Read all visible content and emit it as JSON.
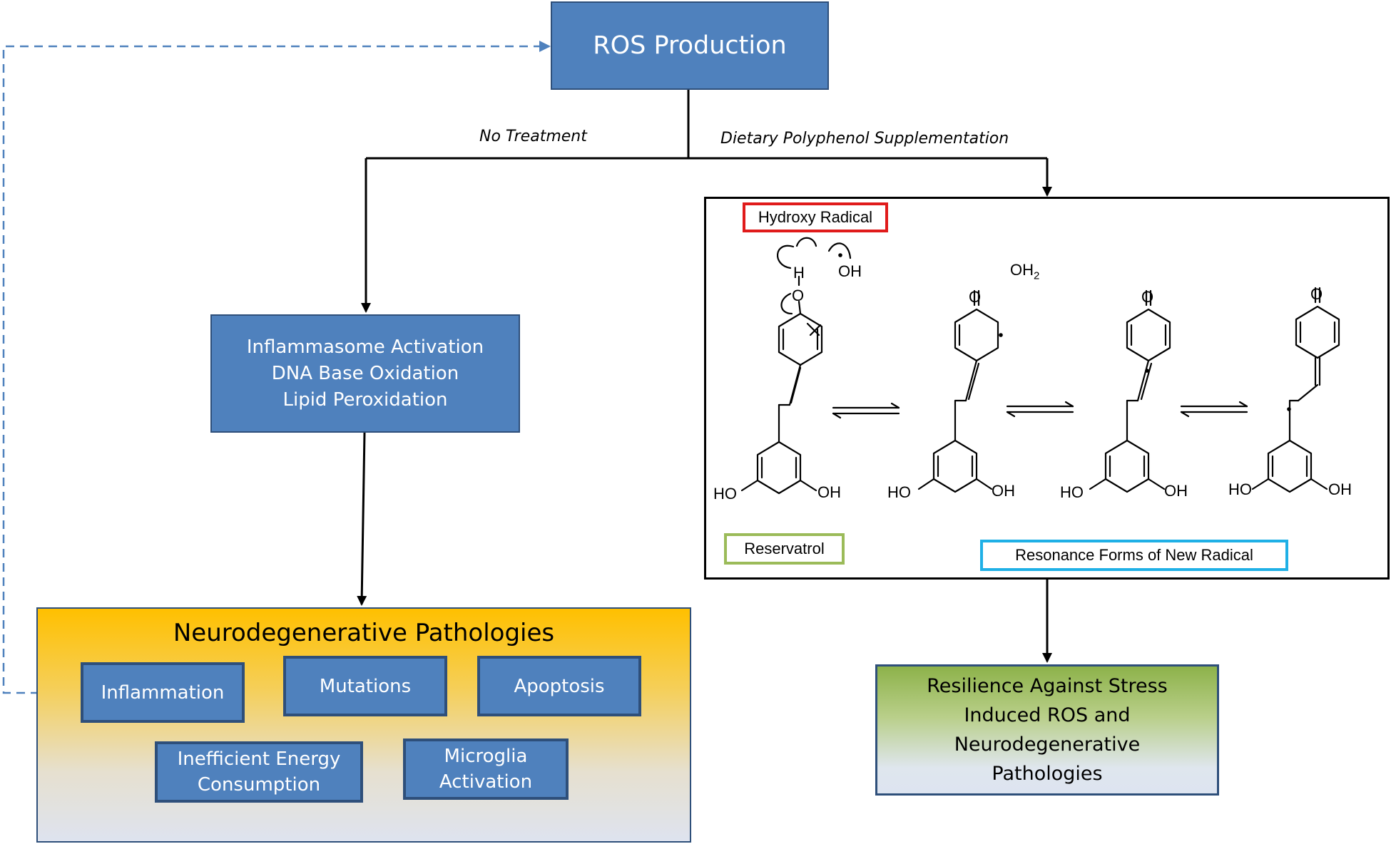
{
  "top_node": {
    "label": "ROS Production"
  },
  "branches": {
    "left_label": "No Treatment",
    "right_label": "Dietary Polyphenol Supplementation"
  },
  "effects_box": {
    "lines": "Inflammasome Activation\nDNA Base Oxidation\nLipid Peroxidation"
  },
  "pathologies": {
    "title": "Neurodegenerative Pathologies",
    "items": [
      {
        "label": "Inflammation"
      },
      {
        "label": "Mutations"
      },
      {
        "label": "Apoptosis"
      },
      {
        "label": "Inefficient Energy\nConsumption"
      },
      {
        "label": "Microglia\nActivation"
      }
    ]
  },
  "mechanism": {
    "hydroxy_label": "Hydroxy Radical",
    "reservatrol_label": "Reservatrol",
    "resonance_label": "Resonance Forms of New Radical",
    "atoms": {
      "oh": "OH",
      "h": "H",
      "o": "O",
      "ho": "HO",
      "oh2": "OH",
      "sub2": "2"
    }
  },
  "outcome": {
    "lines": "Resilience Against Stress\nInduced ROS and\nNeurodegenerative\nPathologies"
  },
  "colors": {
    "box_blue": "#4f81bd",
    "box_border": "#2e4f7a",
    "gold": "#ffc000",
    "green": "#8db24a",
    "red": "#e01b1b",
    "olive": "#9bbb59",
    "cyan": "#1fb0e6",
    "dashed": "#4f81bd"
  }
}
